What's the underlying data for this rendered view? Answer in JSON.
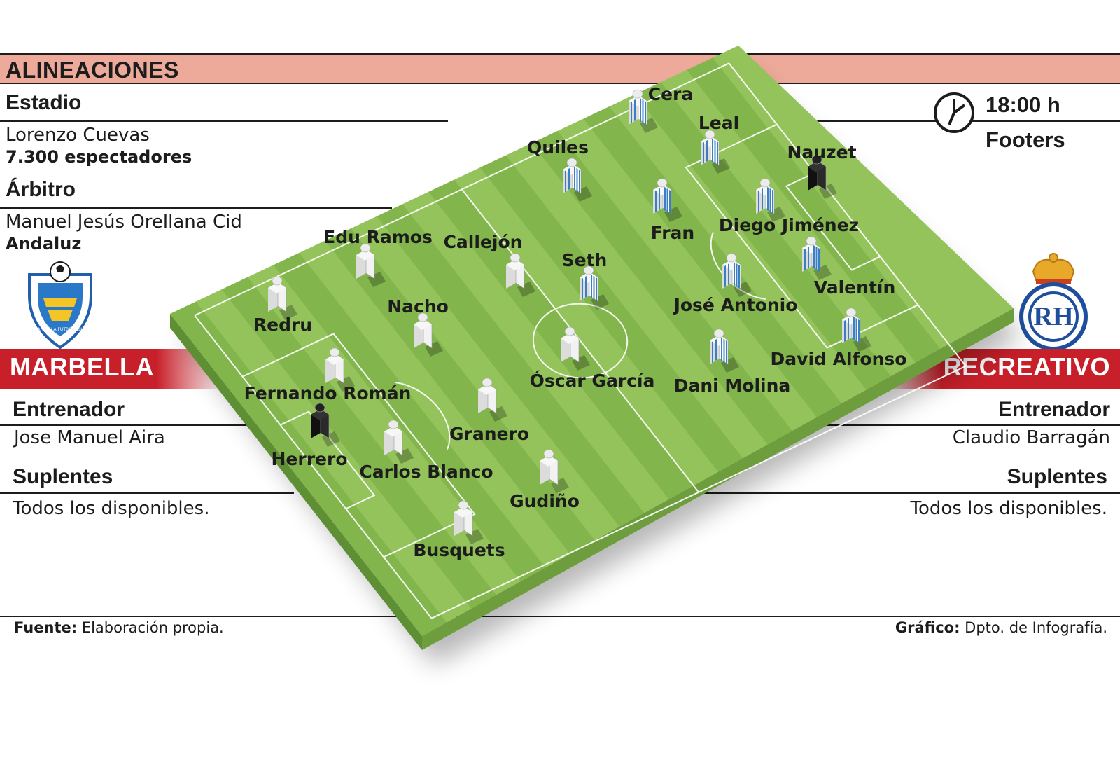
{
  "header": {
    "title": "ALINEACIONES"
  },
  "match": {
    "stadium_label": "Estadio",
    "stadium_name": "Lorenzo Cuevas",
    "attendance": "7.300 espectadores",
    "referee_label": "Árbitro",
    "referee_name": "Manuel Jesús Orellana Cid",
    "referee_region": "Andaluz",
    "time": "18:00 h",
    "broadcaster": "Footers"
  },
  "home": {
    "name": "MARBELLA",
    "crest_text": "MARBELLA FUTBOL CLUB",
    "coach_label": "Entrenador",
    "coach": "Jose Manuel Aira",
    "subs_label": "Suplentes",
    "subs": "Todos los disponibles.",
    "players": [
      "Redru",
      "Edu Ramos",
      "Callejón",
      "Nacho",
      "Fernando Román",
      "Herrero",
      "Carlos Blanco",
      "Granero",
      "Gudiño",
      "Busquets",
      "Óscar García"
    ]
  },
  "away": {
    "name": "RECREATIVO",
    "crest_text": "RH",
    "coach_label": "Entrenador",
    "coach": "Claudio Barragán",
    "subs_label": "Suplentes",
    "subs": "Todos los disponibles.",
    "players": [
      "Cera",
      "Leal",
      "Nauzet",
      "Quiles",
      "Fran",
      "Diego Jiménez",
      "Seth",
      "José Antonio",
      "Valentín",
      "David Alfonso",
      "Dani Molina"
    ]
  },
  "footer": {
    "source_label": "Fuente:",
    "source": "Elaboración propia.",
    "graphic_label": "Gráfico:",
    "graphic": "Dpto. de Infografía."
  },
  "colors": {
    "header_band": "#eda99a",
    "team_band": "#c8202a",
    "pitch_light": "#93c35a",
    "pitch_dark": "#82b54c",
    "home_kit": "#f2f2f2",
    "away_kit": "#3a7fc4",
    "goalkeeper_kit": "#2a2a2a",
    "away_crest": "#1f4f9c",
    "crown": "#e8a82a"
  }
}
